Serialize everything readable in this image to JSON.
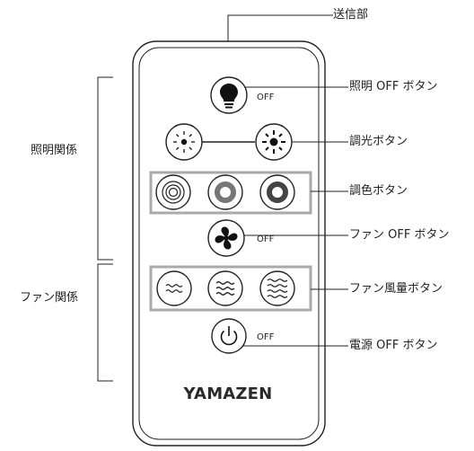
{
  "labels": {
    "transmitter": "送信部",
    "light_off_button": "照明 OFF ボタン",
    "dimmer_button": "調光ボタン",
    "color_button": "調色ボタン",
    "fan_off_button": "ファン OFF ボタン",
    "fan_speed_button": "ファン風量ボタン",
    "power_off_button": "電源 OFF ボタン",
    "lighting_group": "照明関係",
    "fan_group": "ファン関係"
  },
  "remote": {
    "off_text": "OFF",
    "brand": "YAMAZEN"
  },
  "icons": {
    "light": "lightbulb-icon",
    "dimmer_low": "brightness-low-icon",
    "dimmer_high": "brightness-high-icon",
    "color": "ring-icon",
    "fan": "fan-icon",
    "wind": "wind-icon",
    "power": "power-icon"
  },
  "colors": {
    "outline": "#222222",
    "group_border": "#aaaaaa",
    "ring_gray": "#777777"
  }
}
